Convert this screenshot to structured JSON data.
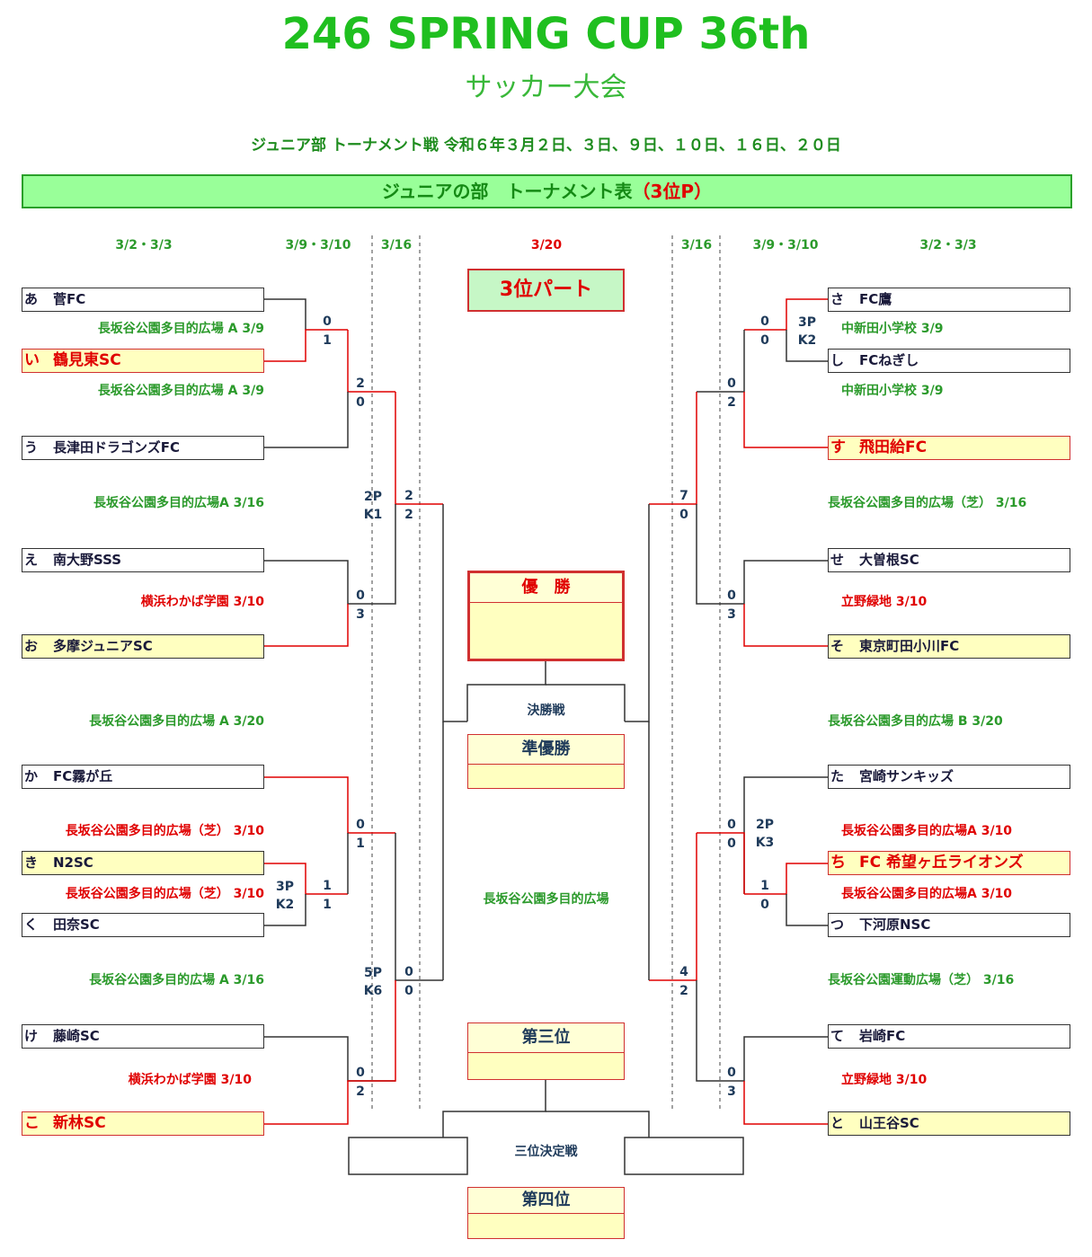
{
  "header": {
    "title": "246 SPRING CUP 36th",
    "subtitle": "サッカー大会",
    "dateline": "ジュニア部 トーナメント戦 令和６年３月２日、３日、９日、１０日、１６日、２０日",
    "banner_main": "ジュニアの部　トーナメント表",
    "banner_red": "（3位P）"
  },
  "rounds": {
    "left_r1": "3/2・3/3",
    "left_r2": "3/9・3/10",
    "left_r3": "3/16",
    "final": "3/20",
    "right_r3": "3/16",
    "right_r2": "3/9・3/10",
    "right_r1": "3/2・3/3"
  },
  "part_label": "3位パート",
  "teams_left": [
    {
      "key": "あ",
      "name": "菅FC"
    },
    {
      "key": "い",
      "name": "鶴見東SC"
    },
    {
      "key": "う",
      "name": "長津田ドラゴンズFC"
    },
    {
      "key": "え",
      "name": "南大野SSS"
    },
    {
      "key": "お",
      "name": "多摩ジュニアSC"
    },
    {
      "key": "か",
      "name": "FC霧が丘"
    },
    {
      "key": "き",
      "name": "N2SC"
    },
    {
      "key": "く",
      "name": "田奈SC"
    },
    {
      "key": "け",
      "name": "藤崎SC"
    },
    {
      "key": "こ",
      "name": "新林SC"
    }
  ],
  "teams_right": [
    {
      "key": "さ",
      "name": "FC鷹"
    },
    {
      "key": "し",
      "name": "FCねぎし"
    },
    {
      "key": "す",
      "name": "飛田給FC"
    },
    {
      "key": "せ",
      "name": "大曽根SC"
    },
    {
      "key": "そ",
      "name": "東京町田小川FC"
    },
    {
      "key": "た",
      "name": "宮崎サンキッズ"
    },
    {
      "key": "ち",
      "name": "FC 希望ヶ丘ライオンズ"
    },
    {
      "key": "つ",
      "name": "下河原NSC"
    },
    {
      "key": "て",
      "name": "岩崎FC"
    },
    {
      "key": "と",
      "name": "山王谷SC"
    }
  ],
  "venues_left": [
    "長坂谷公園多目的広場 A 3/9",
    "長坂谷公園多目的広場 A 3/9",
    "長坂谷公園多目的広場A 3/16",
    "横浜わかば学園 3/10",
    "長坂谷公園多目的広場 A 3/20",
    "長坂谷公園多目的広場（芝） 3/10",
    "長坂谷公園多目的広場（芝） 3/10",
    "長坂谷公園多目的広場 A 3/16",
    "横浜わかば学園 3/10"
  ],
  "venues_right": [
    "中新田小学校 3/9",
    "中新田小学校 3/9",
    "長坂谷公園多目的広場（芝） 3/16",
    "立野緑地 3/10",
    "長坂谷公園多目的広場 B 3/20",
    "長坂谷公園多目的広場A 3/10",
    "長坂谷公園多目的広場A 3/10",
    "長坂谷公園運動広場（芝） 3/16",
    "立野緑地 3/10"
  ],
  "scores": {
    "L_ai": [
      "0",
      "1"
    ],
    "L_r2a": [
      "2",
      "0"
    ],
    "L_r3a": [
      "2",
      "2"
    ],
    "L_r3a_pk": [
      "2P",
      "K1"
    ],
    "L_eo": [
      "0",
      "3"
    ],
    "L_kiku": [
      "1",
      "1"
    ],
    "L_kiku_pk": [
      "3P",
      "K2"
    ],
    "L_r2b": [
      "0",
      "1"
    ],
    "L_r3b": [
      "0",
      "0"
    ],
    "L_r3b_pk": [
      "5P",
      "K6"
    ],
    "L_keko": [
      "0",
      "2"
    ],
    "R_sashi": [
      "0",
      "0"
    ],
    "R_sashi_pk": [
      "3P",
      "K2"
    ],
    "R_r2a": [
      "0",
      "2"
    ],
    "R_r3a": [
      "7",
      "0"
    ],
    "R_seso": [
      "0",
      "3"
    ],
    "R_chitsu": [
      "1",
      "0"
    ],
    "R_r2b": [
      "0",
      "0"
    ],
    "R_r2b_pk": [
      "2P",
      "K3"
    ],
    "R_r3b": [
      "4",
      "2"
    ],
    "R_teto": [
      "0",
      "3"
    ]
  },
  "prizes": {
    "champion": "優　勝",
    "runner_up": "準優勝",
    "third": "第三位",
    "fourth": "第四位"
  },
  "center": {
    "final_label": "決勝戦",
    "venue": "長坂谷公園多目的広場",
    "third_place_label": "三位決定戦"
  },
  "colors": {
    "win_line": "#e00000",
    "normal_line": "#333333",
    "title_green": "#1fbf1f",
    "banner_bg": "#99ff99",
    "winner_bg": "#ffffc0"
  }
}
